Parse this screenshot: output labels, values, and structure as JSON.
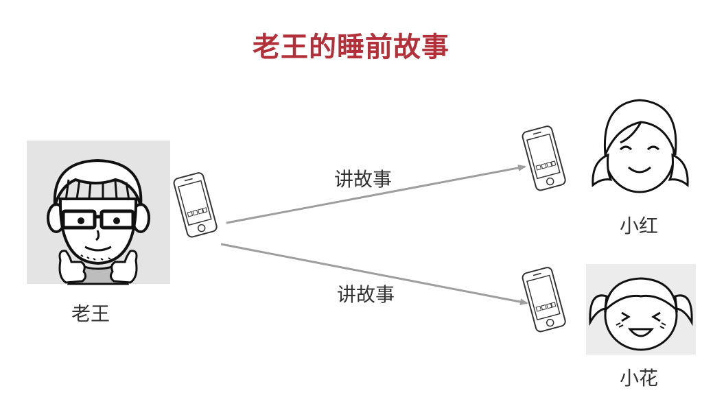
{
  "title": "老王的睡前故事",
  "title_color": "#b3303a",
  "people": {
    "sender": {
      "name": "老王",
      "icon": "laowang-avatar"
    },
    "receiver_top": {
      "name": "小红",
      "icon": "girl-xiaohong-avatar"
    },
    "receiver_bottom": {
      "name": "小花",
      "icon": "girl-xiaohua-avatar"
    }
  },
  "edges": [
    {
      "from": "sender",
      "to": "receiver_top",
      "label": "讲故事"
    },
    {
      "from": "sender",
      "to": "receiver_bottom",
      "label": "讲故事"
    }
  ],
  "device_icon": "smartphone-icon",
  "arrow_color": "#9e9e9e"
}
